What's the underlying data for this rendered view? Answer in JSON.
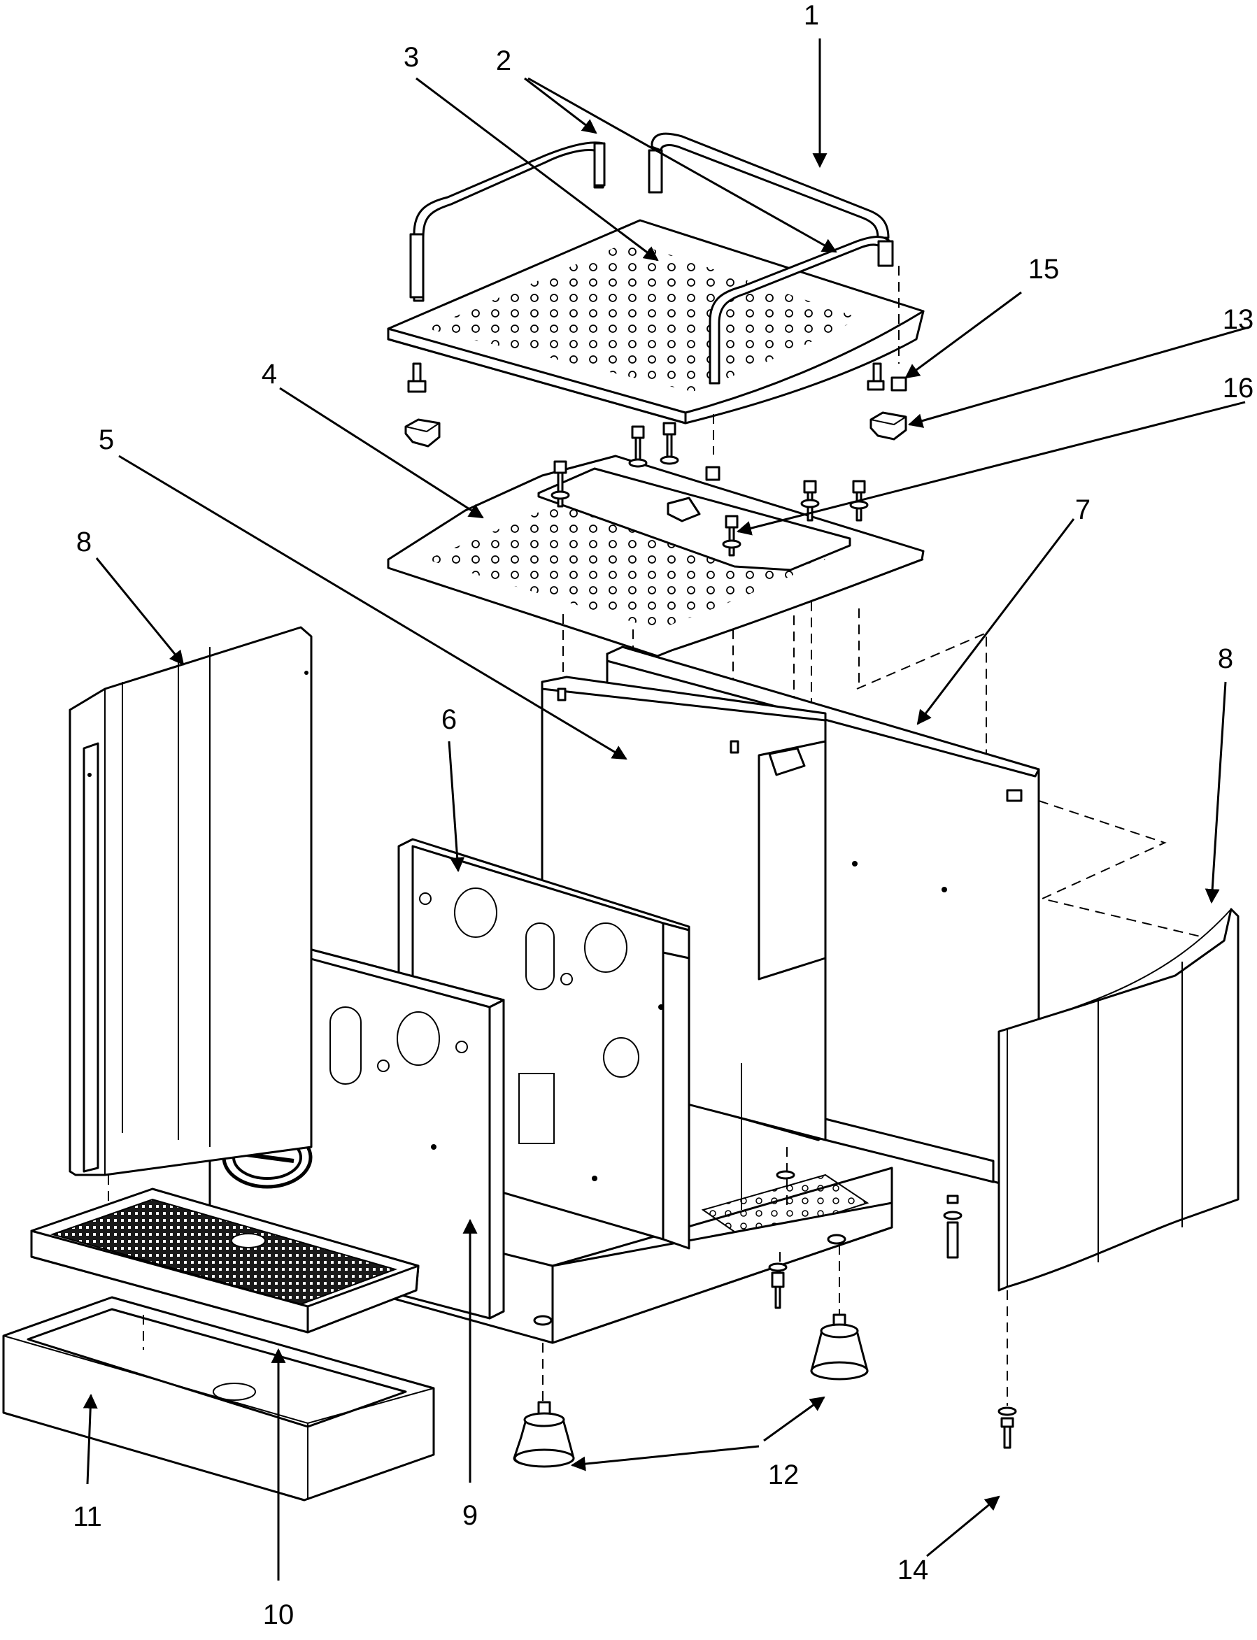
{
  "diagram": {
    "type": "exploded-parts-diagram",
    "callouts": [
      {
        "id": "1",
        "label": "1"
      },
      {
        "id": "2",
        "label": "2"
      },
      {
        "id": "3",
        "label": "3"
      },
      {
        "id": "4",
        "label": "4"
      },
      {
        "id": "5",
        "label": "5"
      },
      {
        "id": "6",
        "label": "6"
      },
      {
        "id": "7",
        "label": "7"
      },
      {
        "id": "8a",
        "label": "8"
      },
      {
        "id": "8b",
        "label": "8"
      },
      {
        "id": "9",
        "label": "9"
      },
      {
        "id": "10",
        "label": "10"
      },
      {
        "id": "11",
        "label": "11"
      },
      {
        "id": "12",
        "label": "12"
      },
      {
        "id": "13",
        "label": "13"
      },
      {
        "id": "14",
        "label": "14"
      },
      {
        "id": "15",
        "label": "15"
      },
      {
        "id": "16",
        "label": "16"
      }
    ],
    "colors": {
      "line": "#000000",
      "background": "#ffffff",
      "drip_grid": "#1a1a1a"
    }
  }
}
